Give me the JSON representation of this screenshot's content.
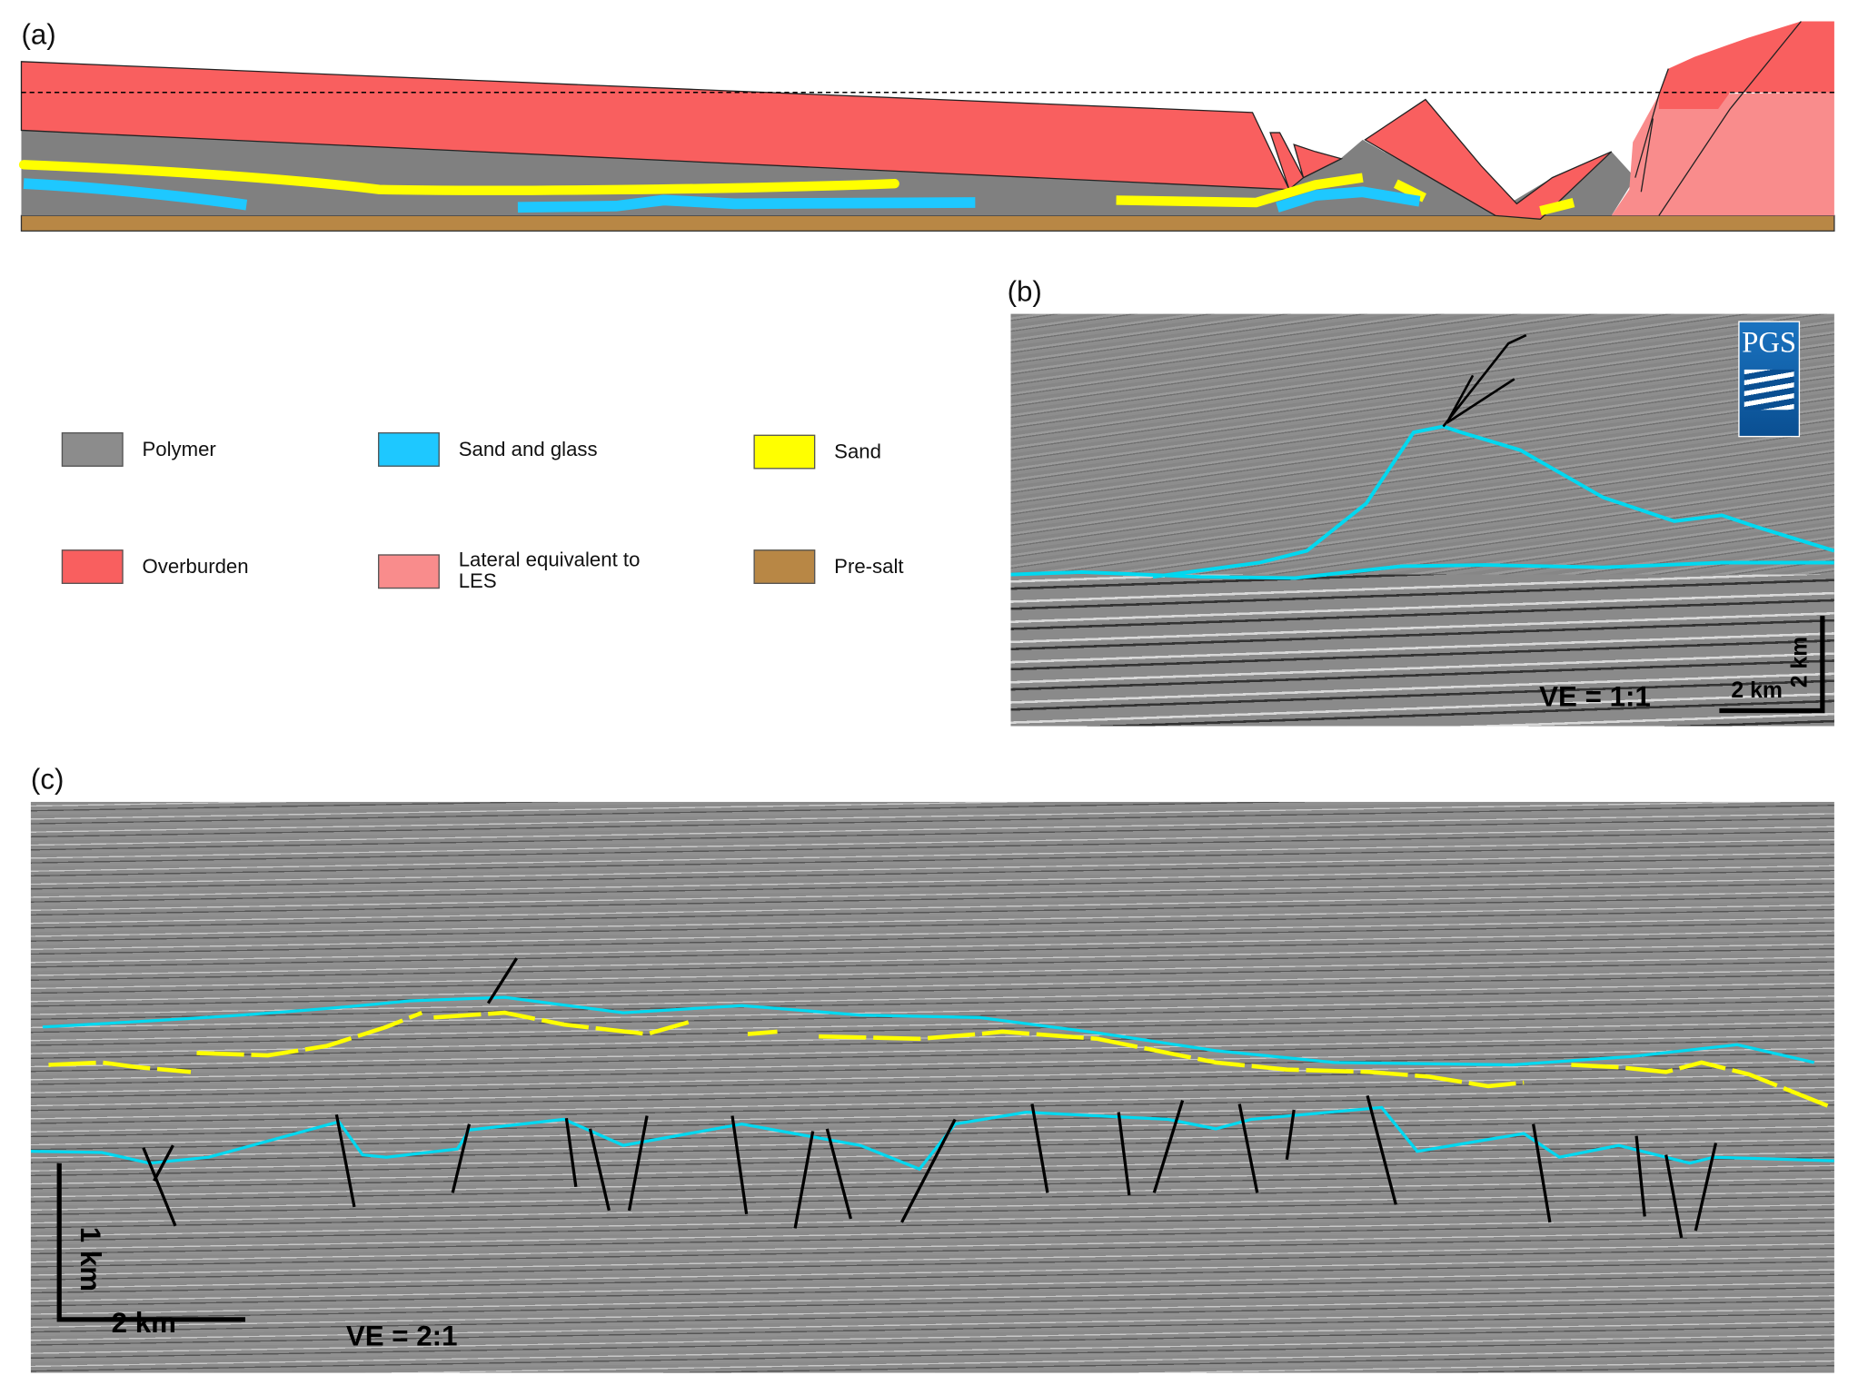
{
  "panels": {
    "a": {
      "label": "(a)"
    },
    "b": {
      "label": "(b)",
      "ve": "VE = 1:1",
      "scale_h": "2 km",
      "scale_v": "2 km",
      "logo": "PGS"
    },
    "c": {
      "label": "(c)",
      "ve": "VE = 2:1",
      "scale_h": "2 km",
      "scale_v": "1 km"
    }
  },
  "legend": [
    {
      "label": "Polymer",
      "color": "#8c8c8c"
    },
    {
      "label": "Sand and glass",
      "color": "#1ec8ff"
    },
    {
      "label": "Sand",
      "color": "#ffff00"
    },
    {
      "label": "Overburden",
      "color": "#f95f5f"
    },
    {
      "label": "Lateral equivalent to LES",
      "color": "#f98c8c"
    },
    {
      "label": "Pre-salt",
      "color": "#b88745"
    }
  ],
  "colors": {
    "horizon": "#00d8f0",
    "sand": "#ffff00",
    "fault": "#000000"
  }
}
